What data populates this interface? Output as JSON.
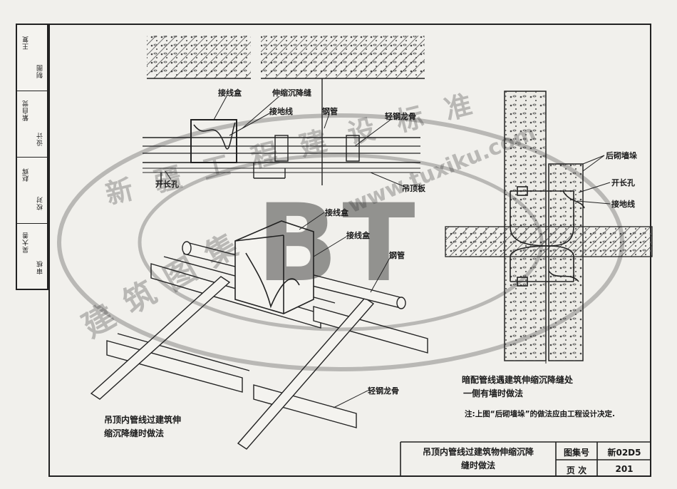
{
  "side_block": {
    "rows": [
      {
        "role": "审核",
        "name": "吴大善"
      },
      {
        "role": "校对",
        "name": "赵辉"
      },
      {
        "role": "设计",
        "name": "紫自觉"
      },
      {
        "role": "制图",
        "name": "王复"
      }
    ]
  },
  "diagram_left": {
    "labels": {
      "junction_box_top": "接线盒",
      "expansion_joint": "伸缩沉降缝",
      "ground_wire": "接地线",
      "steel_pipe_top": "钢管",
      "light_keel_top": "轻钢龙骨",
      "opening_hole": "开长孔",
      "ceiling_board": "吊顶板",
      "junction_box_mid1": "接线盒",
      "junction_box_mid2": "接线盒",
      "steel_pipe_mid": "钢管",
      "light_keel_bottom": "轻钢龙骨"
    },
    "caption_line1": "吊顶内管线过建筑伸",
    "caption_line2": "缩沉降缝时做法"
  },
  "diagram_right": {
    "labels": {
      "wall_stack": "后砌墙垛",
      "opening_hole": "开长孔",
      "ground_wire": "接地线"
    },
    "caption_line1": "暗配管线遇建筑伸缩沉降缝处",
    "caption_line2": "一侧有墙时做法",
    "note": "注:上图“后砌墙垛”的做法应由工程设计决定."
  },
  "title_block": {
    "title_line1": "吊顶内管线过建筑物伸缩沉降",
    "title_line2": "缝时做法",
    "atlas_label": "图集号",
    "atlas_value": "新02D5",
    "page_label": "页  次",
    "page_value": "201"
  },
  "watermark": {
    "arc_text": "新疆工程建设标准",
    "logo": "BT",
    "url": "www.tuxiku.com",
    "lower_text": "建筑图集"
  }
}
